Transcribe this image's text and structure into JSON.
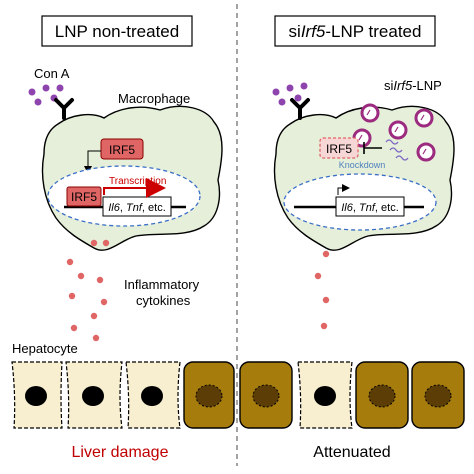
{
  "left_panel": {
    "title": "LNP non-treated",
    "stimulus": "Con A",
    "cell_label": "Macrophage",
    "irf5_cytoplasm": "IRF5",
    "irf5_promoter": "IRF5",
    "transcription": "Transcription",
    "genes": [
      "Il6",
      ", ",
      "Tnf",
      ", etc."
    ],
    "cytokines_label_line1": "Inflammatory",
    "cytokines_label_line2": "cytokines",
    "hepatocyte_label": "Hepatocyte",
    "outcome": "Liver damage"
  },
  "right_panel": {
    "title_prefix": "si",
    "title_italic": "Irf5",
    "title_suffix": "-LNP treated",
    "lnp_label_prefix": "si",
    "lnp_label_italic": "Irf5",
    "lnp_label_suffix": "-LNP",
    "irf5_knocked": "IRF5",
    "knockdown": "Knockdown",
    "genes": [
      "Il6",
      ", ",
      "Tnf",
      ", etc."
    ],
    "outcome": "Attenuated"
  },
  "colors": {
    "cell_fill": "#e6efd9",
    "irf5_fill": "#e06666",
    "irf5_faded_fill": "#f7d6d6",
    "transcription_red": "#cc0000",
    "outcome_red": "#c00000",
    "knockdown_blue": "#4f81bd",
    "cytokine_dot": "#e06666",
    "cona_purple": "#8e44ad",
    "healthy_hepatocyte": "#f8efd0",
    "damaged_hepatocyte": "#a67c0d"
  }
}
